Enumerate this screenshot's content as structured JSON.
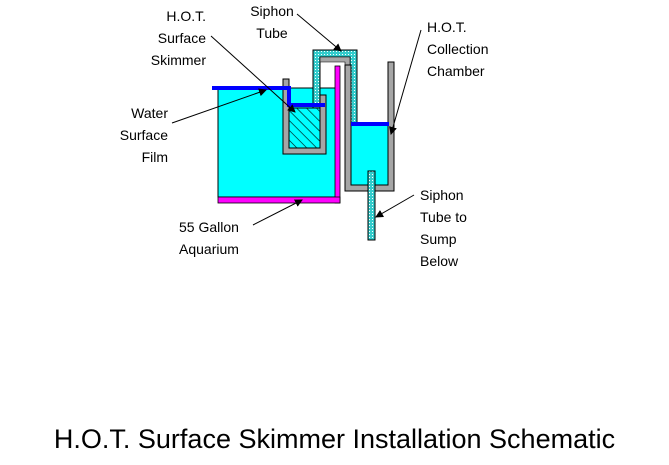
{
  "title": "H.O.T. Surface Skimmer Installation Schematic",
  "labels": {
    "skimmer": [
      "H.O.T.",
      "Surface",
      "Skimmer"
    ],
    "siphon_tube": [
      "Siphon",
      "Tube"
    ],
    "collection_chamber": [
      "H.O.T.",
      "Collection",
      "Chamber"
    ],
    "water_film": [
      "Water",
      "Surface",
      "Film"
    ],
    "aquarium": [
      "55 Gallon",
      "Aquarium"
    ],
    "siphon_sump": [
      "Siphon",
      "Tube to",
      "Sump",
      "Below"
    ]
  },
  "colors": {
    "water": "#00ffff",
    "water_line": "#0000ff",
    "aquarium_wall": "#ff00ff",
    "chamber_wall": "#808080",
    "siphon_fill": "#33cccc",
    "outline": "#000000"
  }
}
